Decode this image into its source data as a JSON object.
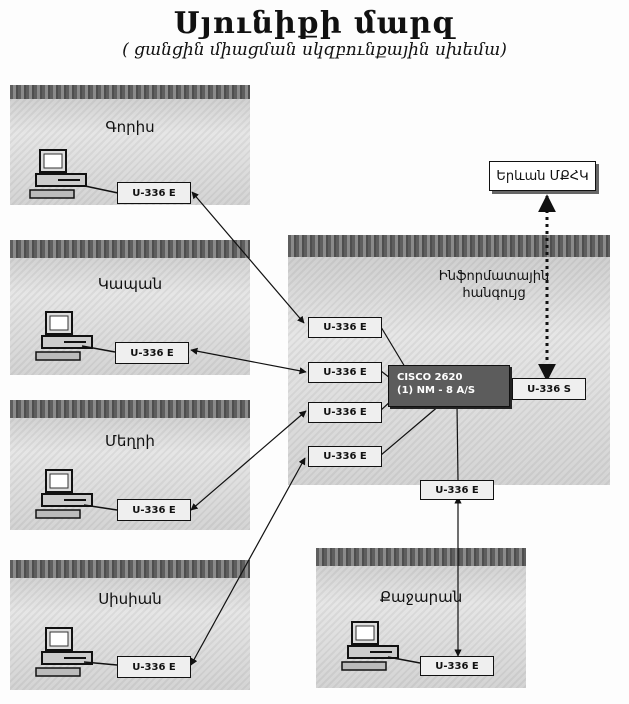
{
  "header": {
    "title": "Սյունիքի մարզ",
    "subtitle": "( ցանցին միացման սկզբունքային սխեմա)"
  },
  "sites": {
    "goris": "Գորիս",
    "kapan": "Կապան",
    "meghri": "Մեղրի",
    "sisian": "Սիսիան",
    "qajaran": "Քաջարան",
    "center": "Ինֆորմատային\nհանգույց"
  },
  "modems": {
    "goris": "U-336 E",
    "kapan": "U-336 E",
    "meghri": "U-336 E",
    "sisian": "U-336 E",
    "qajaran": "U-336 E",
    "hub_1": "U-336 E",
    "hub_2": "U-336 E",
    "hub_3": "U-336 E",
    "hub_4": "U-336 E",
    "hub_5": "U-336 E",
    "hub_s": "U-336 S"
  },
  "router": {
    "line1": "CISCO 2620",
    "line2": "(1) NM - 8 A/S"
  },
  "external": {
    "label": "Երևան ՄՔՀԿ"
  },
  "icons": [
    "computer-icon"
  ]
}
